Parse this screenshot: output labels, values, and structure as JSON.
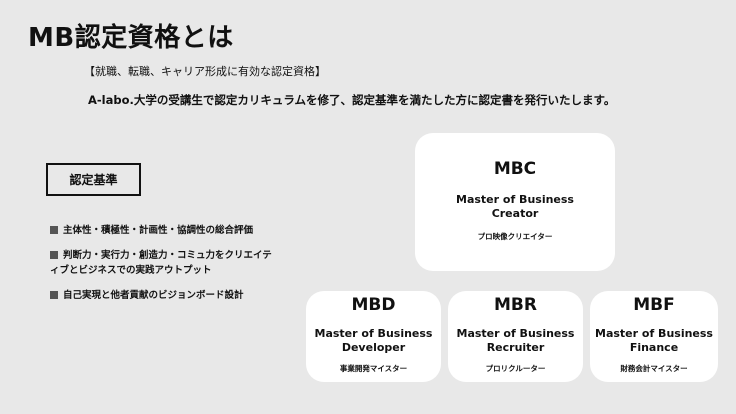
{
  "title": "MB認定資格とは",
  "subtitle": "【就職、転職、キャリア形成に有効な認定資格】",
  "description": "A-labo.大学の受講生で認定カリキュラムを修了、認定基準を満たした方に認定書を発行いたします。",
  "criteria": {
    "label": "認定基準",
    "items": [
      "主体性・積極性・計画性・協調性の総合評価",
      "判断力・実行力・創造力・コミュ力をクリエイティブとビジネスでの実践アウトプット",
      "自己実現と他者貢献のビジョンボード設計"
    ]
  },
  "certs": [
    {
      "code": "MBC",
      "name_line1": "Master of Business",
      "name_line2": "Creator",
      "jp": "プロ映像クリエイター"
    },
    {
      "code": "MBD",
      "name_line1": "Master of Business",
      "name_line2": "Developer",
      "jp": "事業開発マイスター"
    },
    {
      "code": "MBR",
      "name_line1": "Master of Business",
      "name_line2": "Recruiter",
      "jp": "プロリクルーター"
    },
    {
      "code": "MBF",
      "name_line1": "Master of Business",
      "name_line2": "Finance",
      "jp": "財務会計マイスター"
    }
  ]
}
